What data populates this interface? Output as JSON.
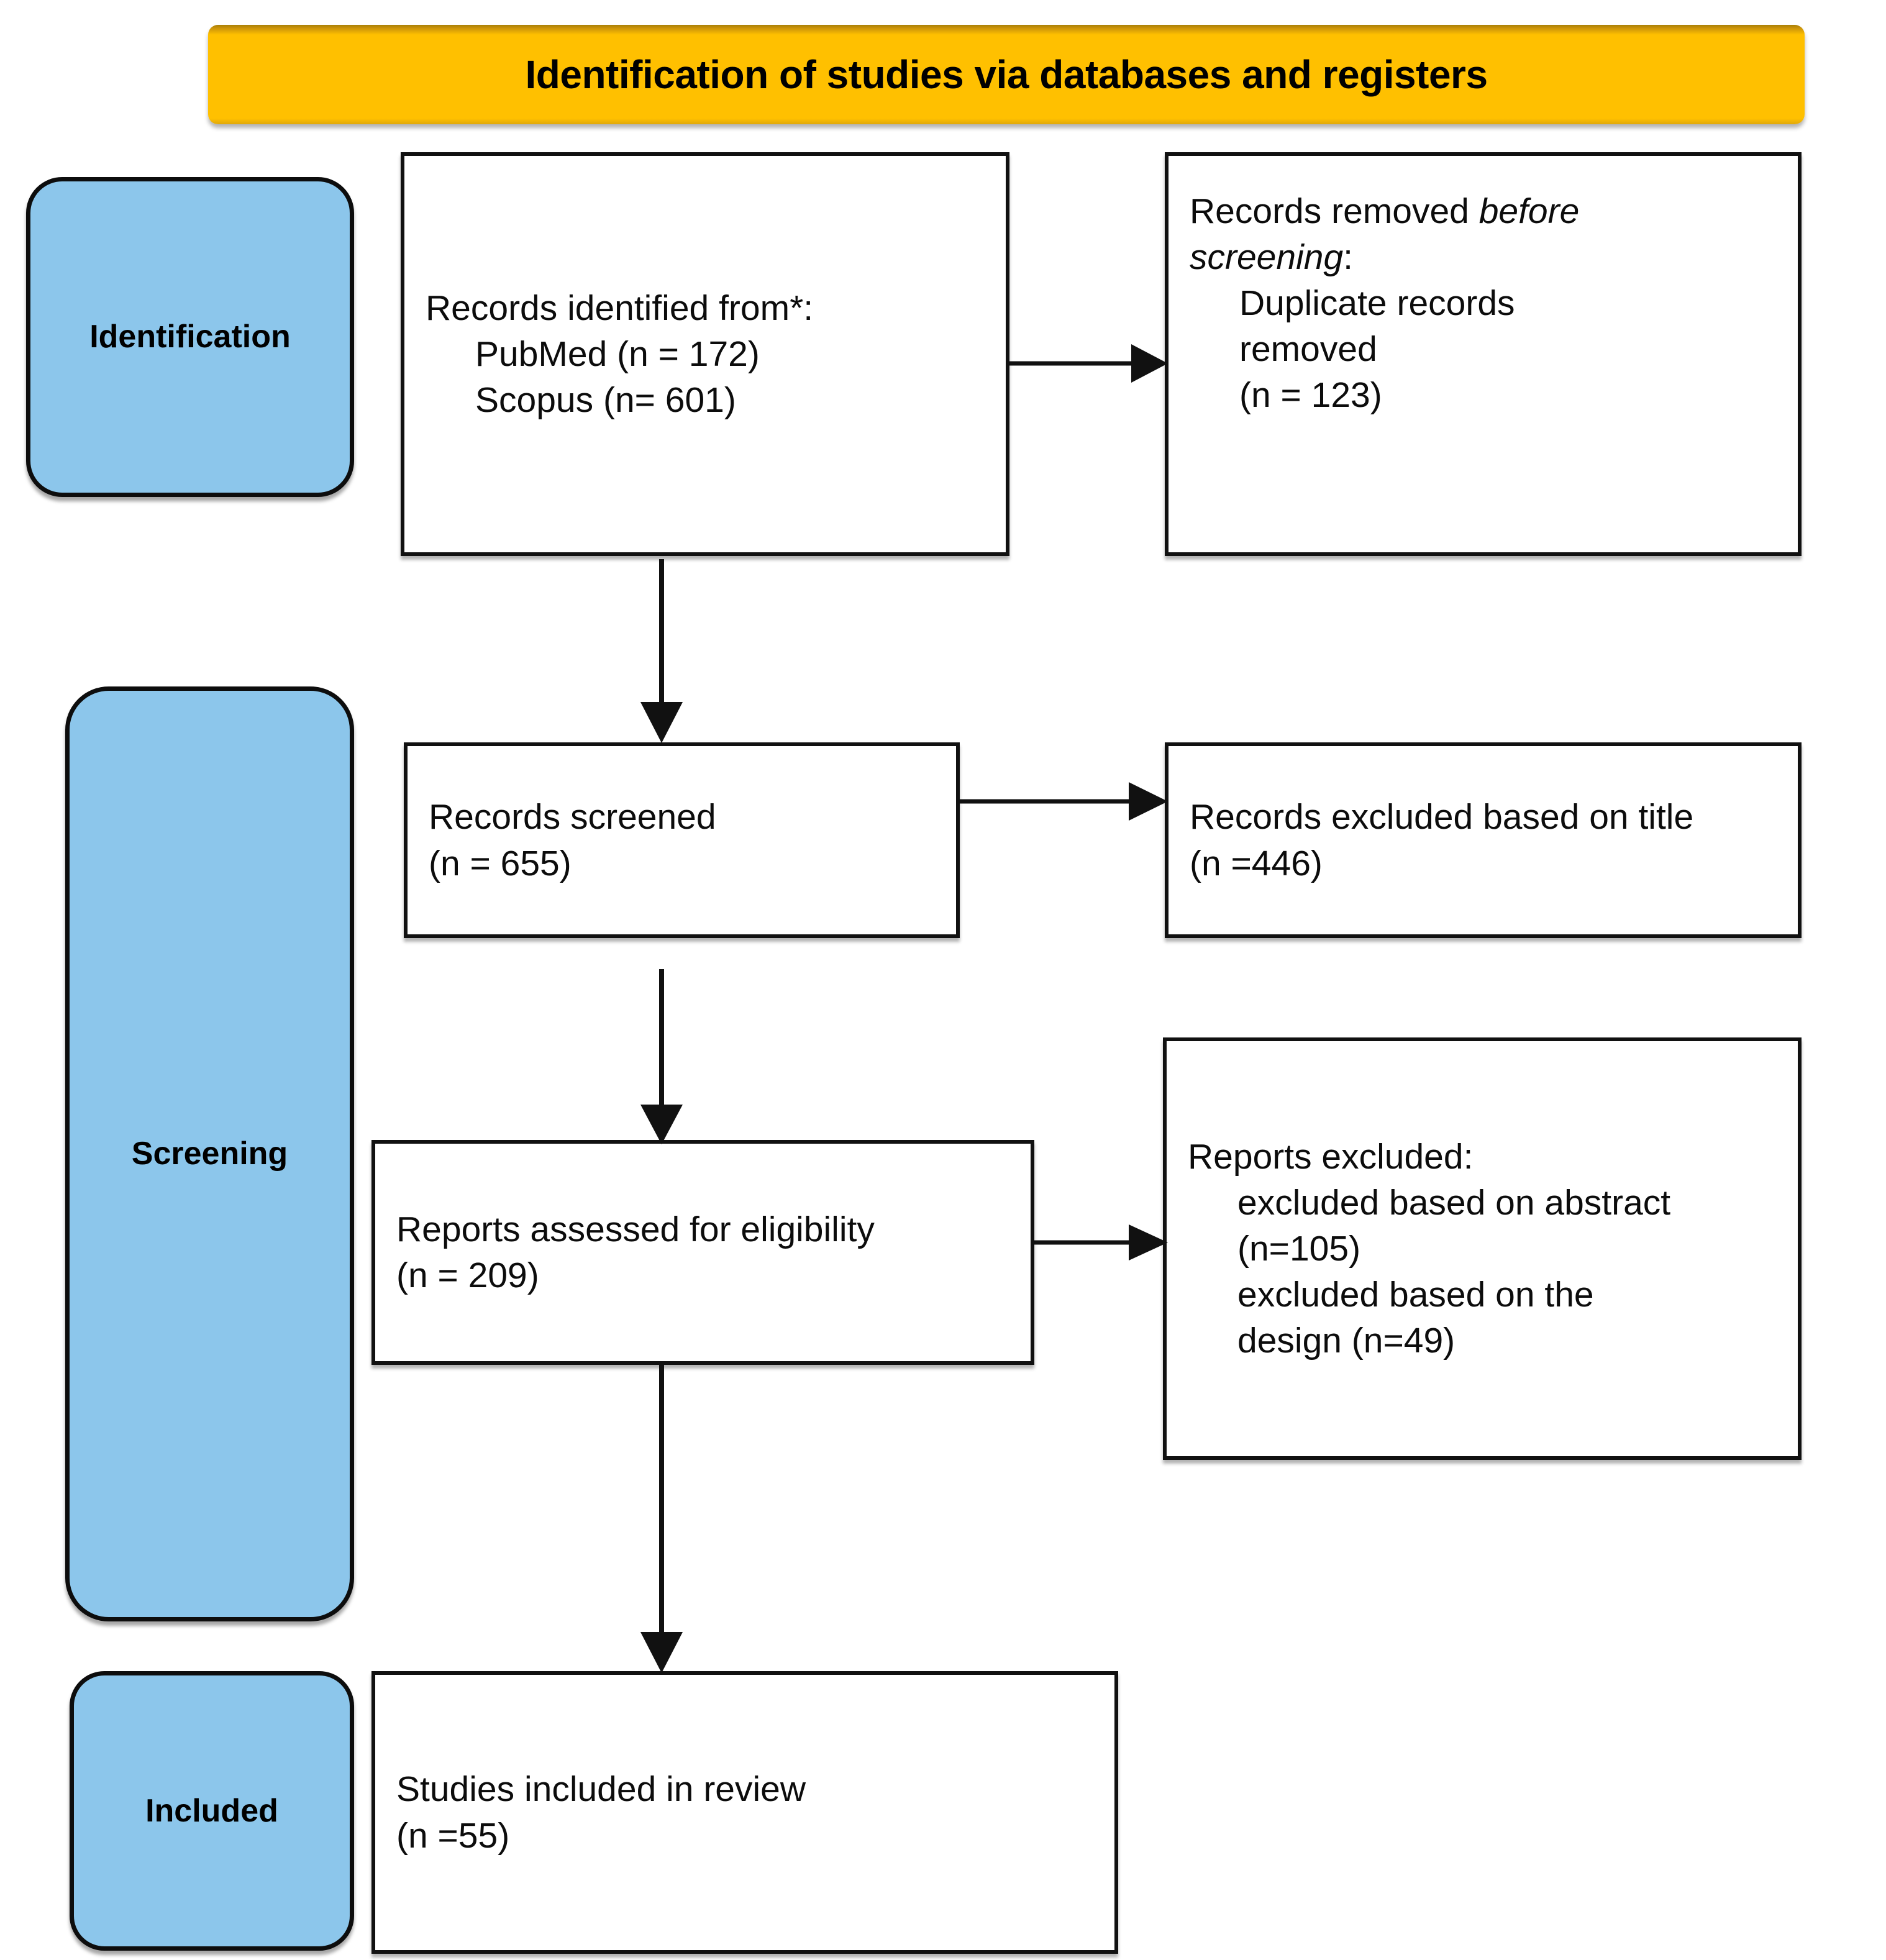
{
  "banner": {
    "title": "Identification of studies via databases and registers",
    "background_color": "#FFC000",
    "text_color": "#000000"
  },
  "stages": [
    {
      "id": "identification",
      "label": "Identification",
      "fill_color": "#8CC6EB"
    },
    {
      "id": "screening",
      "label": "Screening",
      "fill_color": "#8CC6EB"
    },
    {
      "id": "included",
      "label": "Included",
      "fill_color": "#8CC6EB"
    }
  ],
  "nodes": {
    "identified": {
      "title": "Records identified from*:",
      "sources": [
        "PubMed (n = 172)",
        "Scopus (n= 601)"
      ]
    },
    "removed": {
      "line1_prefix": "Records removed ",
      "line1_italic": "before",
      "line2_italic": "screening",
      "line2_suffix": ":",
      "detail1": "Duplicate records",
      "detail2": "removed",
      "count": "(n = 123)"
    },
    "screened": {
      "title": "Records screened",
      "count": "(n = 655)"
    },
    "excluded_title": {
      "title": "Records excluded based on title",
      "count": "(n =446)"
    },
    "eligibility": {
      "title": "Reports assessed for eligibility",
      "count": "(n = 209)"
    },
    "excluded_reports": {
      "title": "Reports excluded:",
      "reason1": "excluded based on abstract",
      "count1": "(n=105)",
      "reason2a": "excluded based on the",
      "reason2b": "design (n=49)"
    },
    "included": {
      "title": "Studies included in review",
      "count": "(n =55)"
    }
  },
  "connectors": [
    {
      "id": "identified-to-removed",
      "type": "arrow-right"
    },
    {
      "id": "identified-to-screened",
      "type": "arrow-down"
    },
    {
      "id": "screened-to-excluded-title",
      "type": "arrow-right"
    },
    {
      "id": "screened-to-eligibility",
      "type": "arrow-down"
    },
    {
      "id": "eligibility-to-excluded",
      "type": "arrow-right"
    },
    {
      "id": "eligibility-to-included",
      "type": "arrow-down"
    }
  ]
}
